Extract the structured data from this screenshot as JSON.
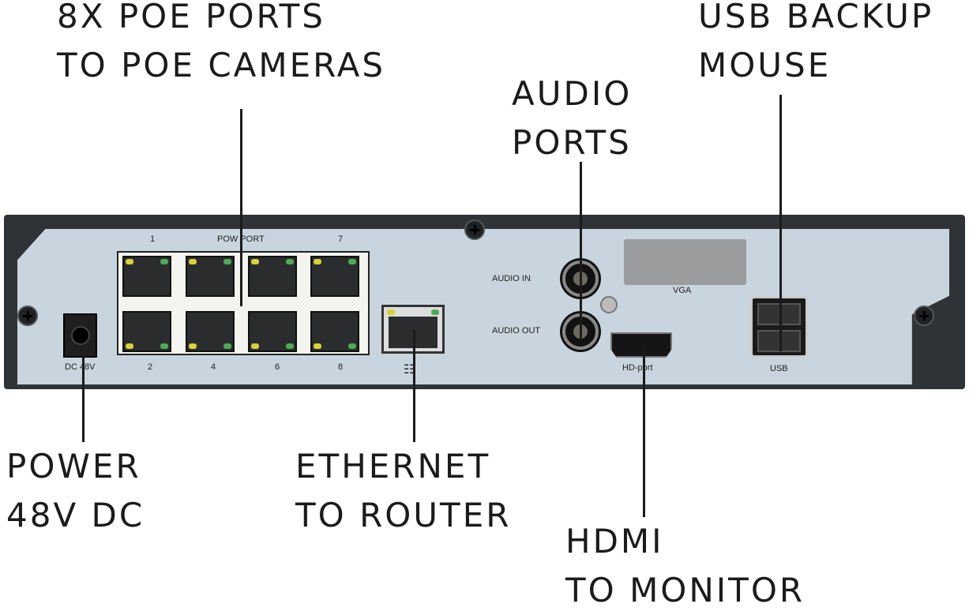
{
  "callouts": {
    "poe": [
      "8X POE PORTS",
      "TO POE CAMERAS"
    ],
    "audio": [
      "AUDIO",
      "PORTS"
    ],
    "usb": [
      "USB BACKUP",
      "MOUSE"
    ],
    "power": [
      "POWER",
      "48V DC"
    ],
    "ethernet": [
      "ETHERNET",
      "TO ROUTER"
    ],
    "hdmi": [
      "HDMI",
      "TO MONITOR"
    ]
  },
  "panel_labels": {
    "port1": "1",
    "pow_port": "POW PORT",
    "port7": "7",
    "port2": "2",
    "port4": "4",
    "port6": "6",
    "port8": "8",
    "dc": "DC 48V",
    "audio_in": "AUDIO IN",
    "audio_out": "AUDIO OUT",
    "vga": "VGA",
    "hd_port": "HD-port",
    "usb": "USB"
  },
  "colors": {
    "frame": "#2f3337",
    "panel": "#c8d5de",
    "led_yellow": "#d6d23a",
    "led_green": "#4faa55"
  }
}
